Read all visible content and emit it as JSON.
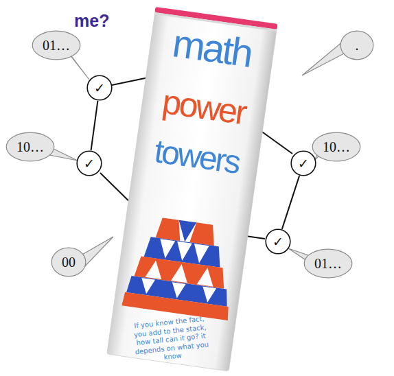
{
  "diagram": {
    "title": "me?",
    "nodes": [
      {
        "text": [
          "01…"
        ]
      },
      {
        "text": [
          "✓"
        ]
      },
      {
        "text": [
          "."
        ]
      },
      {
        "text": [
          "10…"
        ]
      },
      {
        "text": [
          "✓"
        ]
      },
      {
        "text": [
          "✓"
        ]
      },
      {
        "text": [
          "10…"
        ]
      },
      {
        "text": [
          "00"
        ]
      },
      {
        "text": [
          "✓"
        ]
      },
      {
        "text": [
          "01…"
        ]
      }
    ],
    "edges": [
      {
        "from": 1,
        "to": 4,
        "arrow": "none"
      },
      {
        "from": 5,
        "to": 8,
        "arrow": "none"
      }
    ],
    "labels": [
      "math",
      "power",
      "towers",
      "If you know the fact, you add to the stack, how tall can it go? it depends on what you know"
    ]
  }
}
